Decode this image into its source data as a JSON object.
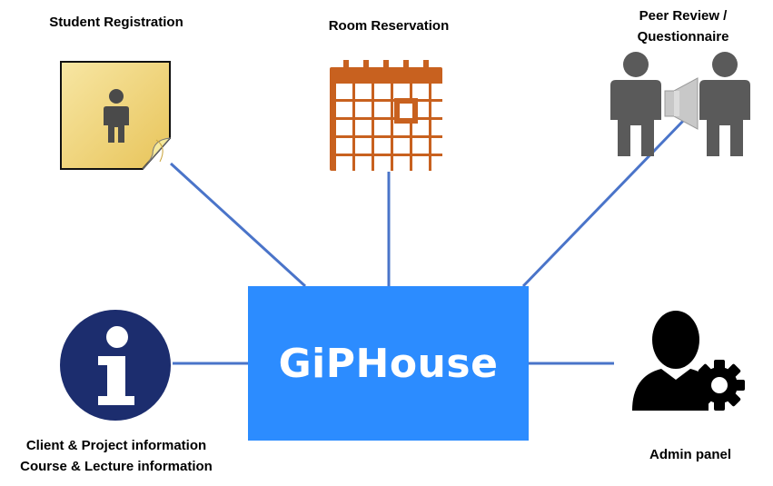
{
  "hub": {
    "title": "GiPHouse"
  },
  "modules": {
    "student_registration": {
      "label": "Student Registration"
    },
    "room_reservation": {
      "label": "Room Reservation"
    },
    "peer_review": {
      "label_line1": "Peer Review /",
      "label_line2": "Questionnaire"
    },
    "information": {
      "label_line1": "Client & Project information",
      "label_line2": "Course & Lecture information"
    },
    "admin_panel": {
      "label": "Admin panel"
    }
  },
  "icons": {
    "student_registration": "sticky-note-person-icon",
    "room_reservation": "calendar-icon",
    "peer_review": "people-megaphone-icon",
    "information": "info-icon",
    "admin_panel": "user-gear-icon"
  },
  "colors": {
    "hub": "#2c8cff",
    "connector": "#4a74c9",
    "calendar": "#c8611f",
    "info": "#1c2d6e",
    "note": "#f2d67a",
    "person_gray": "#5a5a5a"
  }
}
